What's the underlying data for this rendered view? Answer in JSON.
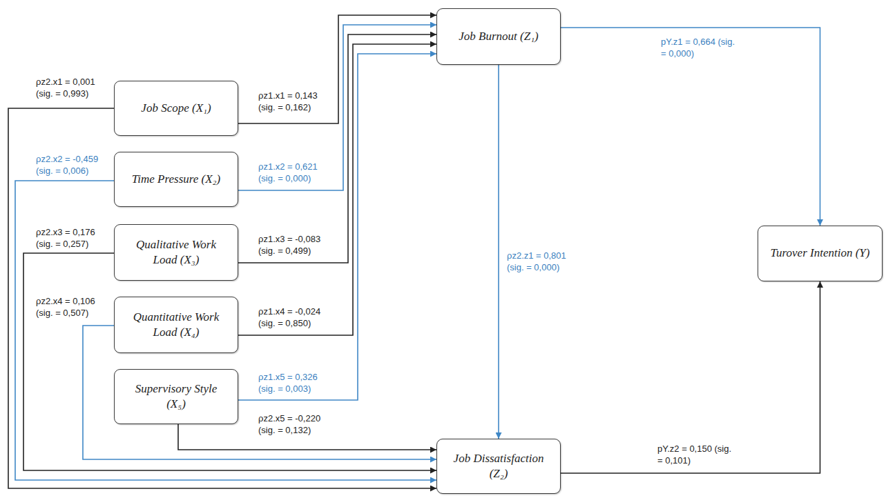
{
  "diagram": {
    "nodes": [
      {
        "text": [
          "Job Burnout (Z₁)"
        ]
      },
      {
        "text": [
          "Job Scope (X₁)"
        ]
      },
      {
        "text": [
          "Time Pressure (X₂)"
        ]
      },
      {
        "text": [
          "Qualitative Work Load (X₃)"
        ]
      },
      {
        "text": [
          "Quantitative Work Load (X₄)"
        ]
      },
      {
        "text": [
          "Supervisory Style (X₅)"
        ]
      },
      {
        "text": [
          "Turover Intention (Y)"
        ]
      },
      {
        "text": [
          "Job Dissatisfaction (Z₂)"
        ]
      }
    ],
    "edges": [
      {
        "from": 1,
        "to": 0,
        "arrow": "to",
        "label": "ρz1.x1 = 0,143 (sig. = 0,162)"
      },
      {
        "from": 2,
        "to": 0,
        "arrow": "to",
        "label": "ρz1.x2 = 0,621 (sig. = 0,000)"
      },
      {
        "from": 3,
        "to": 0,
        "arrow": "to",
        "label": "ρz1.x3 = -0,083 (sig. = 0,499)"
      },
      {
        "from": 4,
        "to": 0,
        "arrow": "to",
        "label": "ρz1.x4 = -0,024 (sig. = 0,850)"
      },
      {
        "from": 5,
        "to": 0,
        "arrow": "to",
        "label": "ρz1.x5 = 0,326 (sig. = 0,003)"
      },
      {
        "from": 1,
        "to": 7,
        "arrow": "to",
        "label": "ρz2.x1 = 0,001 (sig. = 0,993)"
      },
      {
        "from": 2,
        "to": 7,
        "arrow": "to",
        "label": "ρz2.x2 = -0,459 (sig. = 0,006)"
      },
      {
        "from": 3,
        "to": 7,
        "arrow": "to",
        "label": "ρz2.x3 = 0,176 (sig. = 0,257)"
      },
      {
        "from": 4,
        "to": 7,
        "arrow": "to",
        "label": "ρz2.x4 = 0,106 (sig. = 0,507)"
      },
      {
        "from": 5,
        "to": 7,
        "arrow": "to",
        "label": "ρz2.x5 = -0,220 (sig. = 0,132)"
      },
      {
        "from": 0,
        "to": 7,
        "arrow": "to",
        "label": "ρz2.z1 = 0,801 (sig. = 0,000)"
      },
      {
        "from": 0,
        "to": 6,
        "arrow": "to",
        "label": "pY.z1 = 0,664 (sig. = 0,000)"
      },
      {
        "from": 7,
        "to": 6,
        "arrow": "to",
        "label": "pY.z2 = 0,150 (sig. = 0,101)"
      }
    ]
  }
}
